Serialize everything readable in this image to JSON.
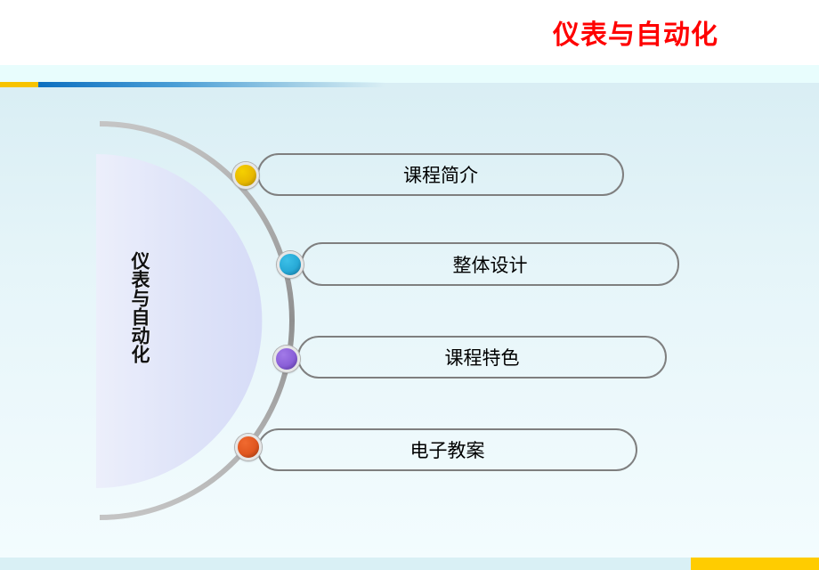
{
  "header": {
    "title": "仪表与自动化"
  },
  "center_hub": {
    "label": "仪表与自动化"
  },
  "menu": {
    "items": [
      {
        "label": "课程简介",
        "bullet_color": "#e8b800",
        "bullet_dark": "#9a7a00"
      },
      {
        "label": "整体设计",
        "bullet_color": "#27a9d6",
        "bullet_dark": "#10658a"
      },
      {
        "label": "课程特色",
        "bullet_color": "#8a5fd8",
        "bullet_dark": "#4b2e8f"
      },
      {
        "label": "电子教案",
        "bullet_color": "#e0561f",
        "bullet_dark": "#8f300c"
      }
    ]
  },
  "colors": {
    "title_red": "#ff0000",
    "accent_yellow": "#ffcc00",
    "accent_blue": "#0d70c0",
    "arc_gray": "#a6a6a6",
    "pill_border": "#7f7f7f",
    "hub_fill": "#dadff8"
  }
}
